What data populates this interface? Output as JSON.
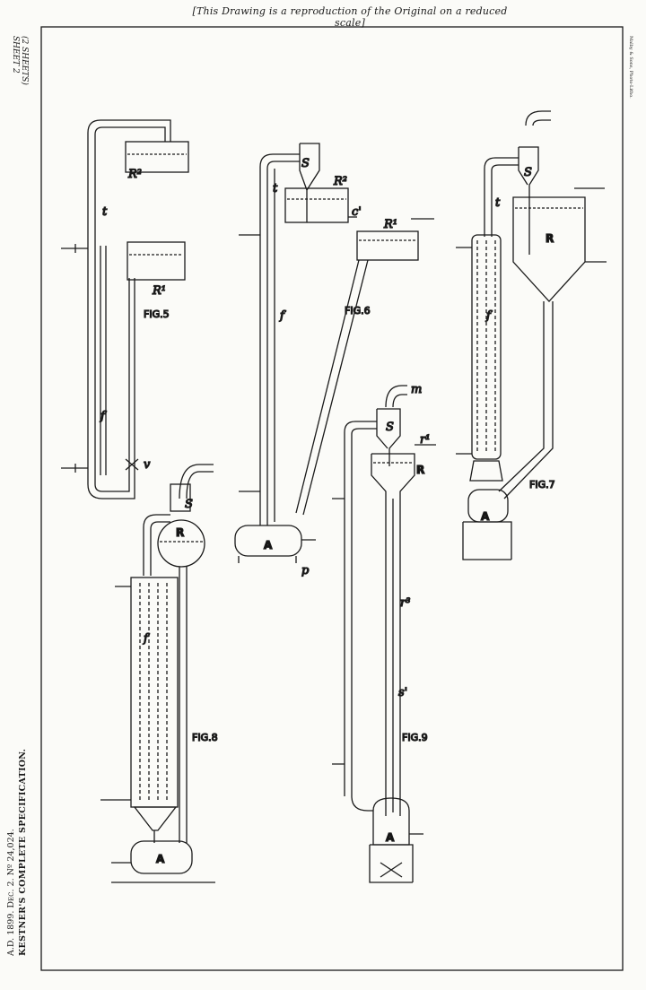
{
  "header": "[This Drawing is a reproduction of the Original on a reduced scale]",
  "sheet": {
    "line1": "(2 SHEETS)",
    "line2": "SHEET 2"
  },
  "printer": "Malby & Sons, Photo-Litho.",
  "side_text": {
    "line1": "A.D. 1899. Dec. 2. Nº 24,024.",
    "line2": "KESTNER'S COMPLETE SPECIFICATION."
  },
  "figures": [
    {
      "name": "FIG. 5",
      "caption": "FIG.5",
      "labels": [
        "R²",
        "R¹",
        "t",
        "f",
        "v"
      ]
    },
    {
      "name": "FIG. 6",
      "caption": "FIG.6",
      "labels": [
        "S",
        "R²",
        "t",
        "c'",
        "R¹",
        "f",
        "A",
        "p"
      ]
    },
    {
      "name": "FIG. 7",
      "caption": "FIG.7",
      "labels": [
        "S",
        "R",
        "t",
        "f",
        "A"
      ]
    },
    {
      "name": "FIG. 8",
      "caption": "FIG.8",
      "labels": [
        "S",
        "R",
        "f",
        "A"
      ]
    },
    {
      "name": "FIG. 9",
      "caption": "FIG.9",
      "labels": [
        "m",
        "S",
        "r¹",
        "R",
        "r³",
        "s'",
        "A"
      ]
    }
  ]
}
